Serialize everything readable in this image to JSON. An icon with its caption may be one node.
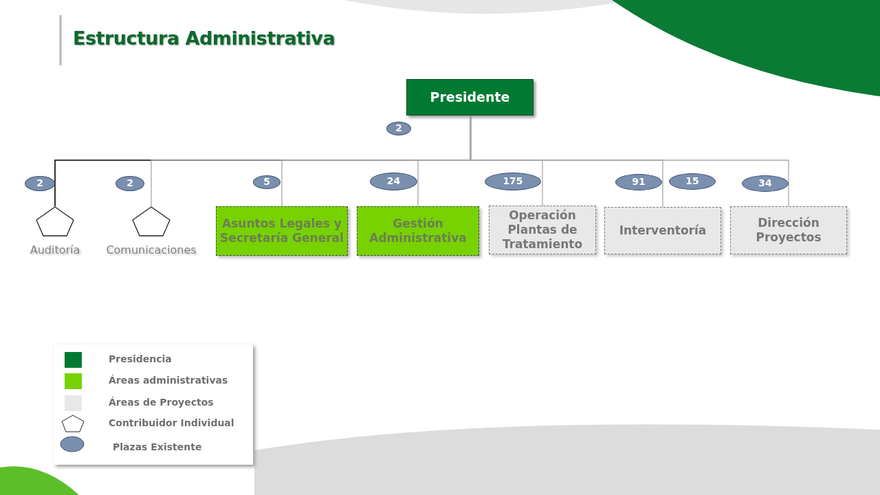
{
  "diagram": {
    "title": "Estructura Administrativa",
    "nodes": [
      {
        "text": [
          "Presidente"
        ]
      },
      {
        "text": [
          "2"
        ]
      },
      {
        "text": [
          "2"
        ]
      },
      {
        "text": [
          "2"
        ]
      },
      {
        "text": [
          "5"
        ]
      },
      {
        "text": [
          "24"
        ]
      },
      {
        "text": [
          "175"
        ]
      },
      {
        "text": [
          "91"
        ]
      },
      {
        "text": [
          "15"
        ]
      },
      {
        "text": [
          "34"
        ]
      },
      {
        "text": [
          "Auditoría"
        ]
      },
      {
        "text": [
          "Comunicaciones"
        ]
      },
      {
        "text": [
          "Asuntos Legales y Secretaría General"
        ]
      },
      {
        "text": [
          "Gestión Administrativa"
        ]
      },
      {
        "text": [
          "Operación Plantas de Tratamiento"
        ]
      },
      {
        "text": [
          "Interventoría"
        ]
      },
      {
        "text": [
          "Dirección Proyectos"
        ]
      }
    ],
    "edges": [
      {
        "from": 0,
        "to": 10,
        "arrow": "none",
        "color": "#000000"
      },
      {
        "from": 0,
        "to": 11,
        "arrow": "none"
      },
      {
        "from": 0,
        "to": 12,
        "arrow": "none"
      },
      {
        "from": 0,
        "to": 13,
        "arrow": "none"
      },
      {
        "from": 0,
        "to": 14,
        "arrow": "none"
      },
      {
        "from": 0,
        "to": 15,
        "arrow": "none"
      },
      {
        "from": 0,
        "to": 16,
        "arrow": "none"
      }
    ],
    "legend": [
      {
        "text": "Presidencia",
        "color": "#007a33"
      },
      {
        "text": "Áreas administrativas",
        "color": "#77d200"
      },
      {
        "text": "Áreas de Proyectos",
        "color": "#e8e8e8"
      },
      {
        "text": "Contribuidor Individual"
      },
      {
        "text": "Plazas Existente"
      }
    ]
  }
}
